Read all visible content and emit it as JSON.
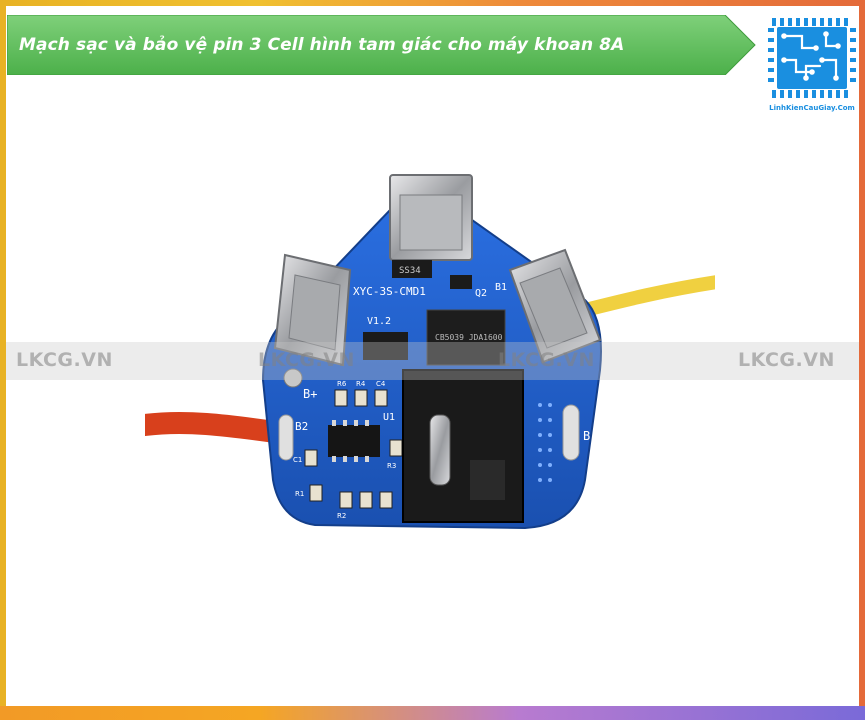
{
  "banner": {
    "title": "Mạch sạc và bảo vệ pin 3 Cell hình tam giác cho máy khoan 8A"
  },
  "logo": {
    "caption": "LinhKienCauGiay.Com",
    "icon": "circuit-chip-icon"
  },
  "watermarks": [
    "LKCG.VN",
    "LKCG.VN",
    "LKCG.VN",
    "LKCG.VN"
  ],
  "board": {
    "model_label": "XYC-3S-CMD1",
    "version_label": "V1.2",
    "chip_top_label": "SS34",
    "q2_label": "Q2",
    "mosfet_label": "CB5039\nJDA1600",
    "b_plus": "B+",
    "b_minus": "B-",
    "b2": "B2",
    "b1": "B1",
    "u1": "U1",
    "r_labels": [
      "R6",
      "R4",
      "C4",
      "C1",
      "R1",
      "R2",
      "R3"
    ]
  },
  "colors": {
    "banner_green": "#5cc05c",
    "pcb_blue": "#1f5fc8",
    "wire_red": "#d8401c",
    "wire_yellow": "#f0d040",
    "frame_orange": "#ee8a3a"
  }
}
